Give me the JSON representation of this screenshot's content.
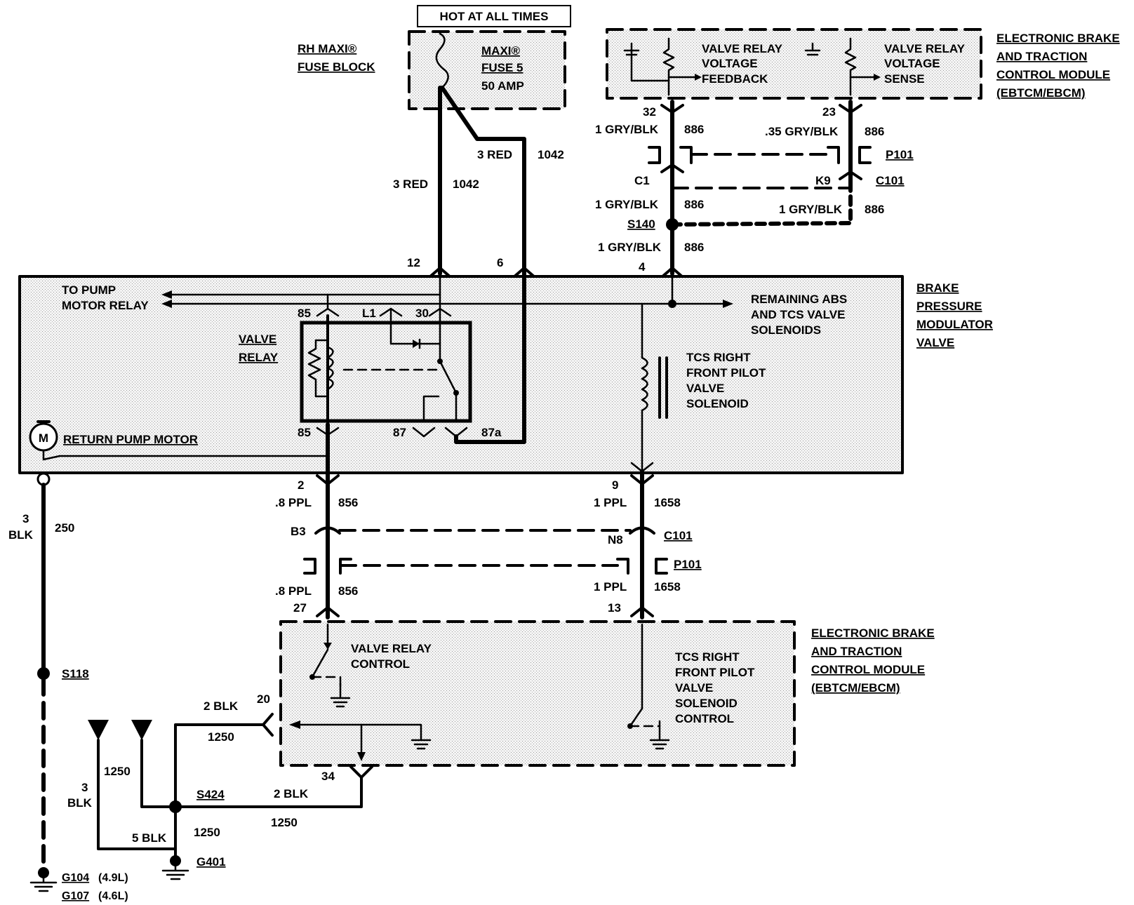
{
  "power": {
    "hot_label": "HOT AT ALL TIMES",
    "fuse_block": [
      "RH MAXI®",
      "FUSE BLOCK"
    ],
    "fuse": [
      "MAXI®",
      "FUSE 5",
      "50 AMP"
    ]
  },
  "ebtcm_top": {
    "title": [
      "ELECTRONIC BRAKE",
      "AND TRACTION",
      "CONTROL MODULE",
      "(EBTCM/EBCM)"
    ],
    "feedback": [
      "VALVE RELAY",
      "VOLTAGE",
      "FEEDBACK"
    ],
    "sense": [
      "VALVE RELAY",
      "VOLTAGE",
      "SENSE"
    ]
  },
  "wires": {
    "pin32": "32",
    "w886_gry_1": "1 GRY/BLK",
    "c886_a": "886",
    "pin23": "23",
    "w886_gry_35": ".35 GRY/BLK",
    "c886_b": "886",
    "p101_top": "P101",
    "c1": "C1",
    "k9": "K9",
    "c101_top": "C101",
    "w886_gry_2": "1 GRY/BLK",
    "c886_c": "886",
    "w886_gry_3": "1 GRY/BLK",
    "c886_d": "886",
    "s140": "S140",
    "w886_gry_4": "1 GRY/BLK",
    "c886_e": "886",
    "red_a": "3 RED",
    "c1042_a": "1042",
    "red_b": "3 RED",
    "c1042_b": "1042",
    "pin12": "12",
    "pin6": "6",
    "pin4": "4"
  },
  "bpmv": {
    "title": [
      "BRAKE",
      "PRESSURE",
      "MODULATOR",
      "VALVE"
    ],
    "pump_relay": [
      "TO PUMP",
      "MOTOR RELAY"
    ],
    "remaining": [
      "REMAINING ABS",
      "AND TCS VALVE",
      "SOLENOIDS"
    ],
    "valve_relay": [
      "VALVE",
      "RELAY"
    ],
    "tcs_solenoid": [
      "TCS RIGHT",
      "FRONT PILOT",
      "VALVE",
      "SOLENOID"
    ],
    "t85a": "85",
    "tl1": "L1",
    "t30": "30",
    "t85b": "85",
    "t87": "87",
    "t87a": "87a",
    "motor_symbol": "M",
    "pump_motor": "RETURN PUMP MOTOR"
  },
  "lower": {
    "pin2": "2",
    "w856_a": ".8 PPL",
    "c856_a": "856",
    "pin9": "9",
    "w1658_a": "1 PPL",
    "c1658_a": "1658",
    "b3": "B3",
    "n8": "N8",
    "c101": "C101",
    "p101": "P101",
    "w856_b": ".8 PPL",
    "c856_b": "856",
    "w1658_b": "1 PPL",
    "c1658_b": "1658",
    "pin27": "27",
    "pin13": "13",
    "blk_gauge": "3",
    "blk": "BLK",
    "c250": "250"
  },
  "ebtcm_bottom": {
    "title": [
      "ELECTRONIC BRAKE",
      "AND TRACTION",
      "CONTROL MODULE",
      "(EBTCM/EBCM)"
    ],
    "relay_control": [
      "VALVE RELAY",
      "CONTROL"
    ],
    "tcs_control": [
      "TCS RIGHT",
      "FRONT PILOT",
      "VALVE",
      "SOLENOID",
      "CONTROL"
    ],
    "pin20": "20",
    "pin34": "34"
  },
  "ground": {
    "s118": "S118",
    "s424": "S424",
    "g401": "G401",
    "blk2_a": "2 BLK",
    "c1250_a": "1250",
    "blk2_b": "2 BLK",
    "c1250_b": "1250",
    "c1250_c": "1250",
    "blk3_gauge": "3",
    "blk3": "BLK",
    "blk5": "5 BLK",
    "c1250_d": "1250",
    "g104": "G104",
    "g104_note": "(4.9L)",
    "g107": "G107",
    "g107_note": "(4.6L)"
  }
}
